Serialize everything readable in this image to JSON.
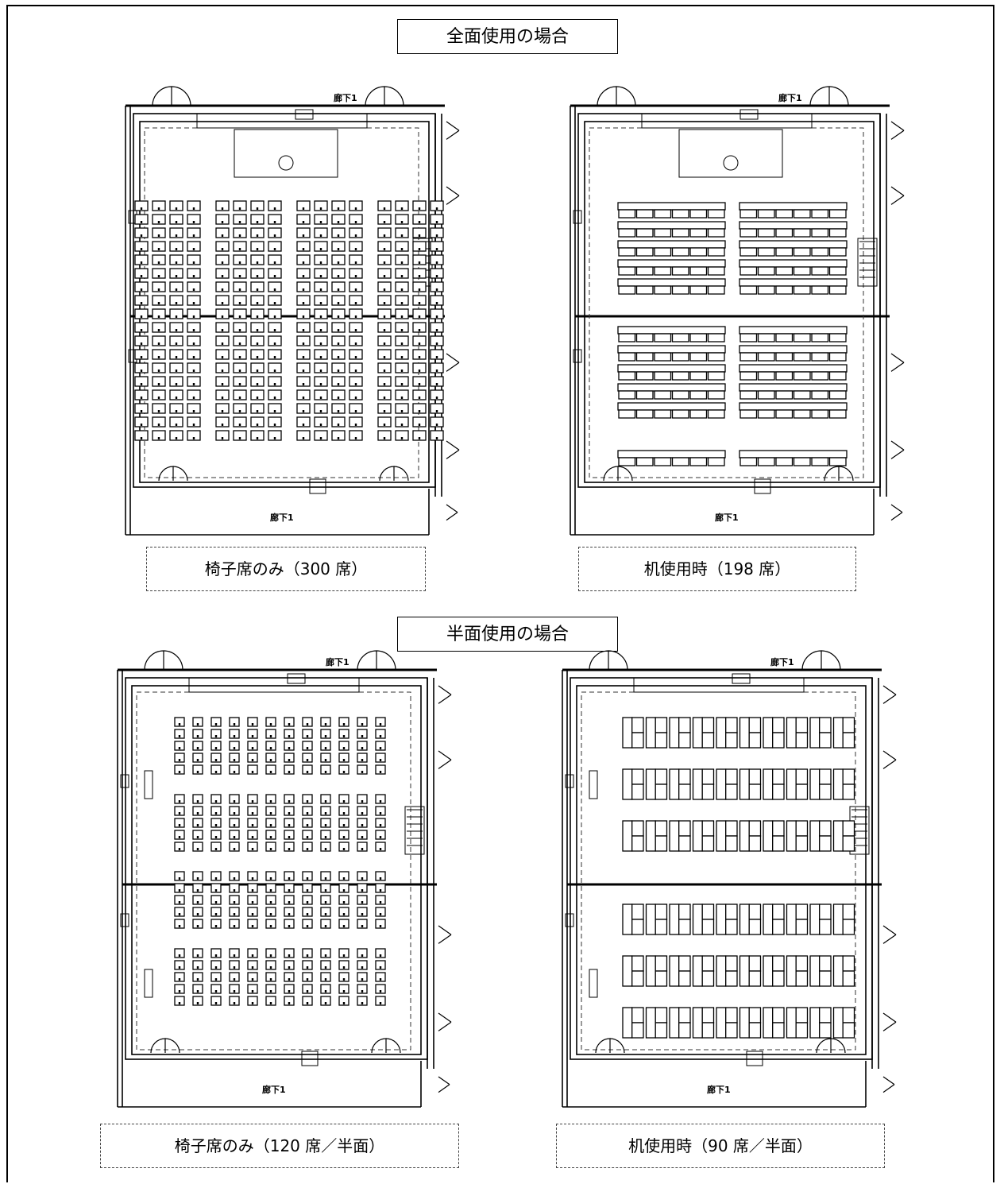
{
  "sections": [
    {
      "title": "全面使用の場合"
    },
    {
      "title": "半面使用の場合"
    }
  ],
  "plans": [
    {
      "caption": "椅子席のみ（300 席）",
      "corridor_top": "廊下1",
      "corridor_bottom": "廊下1"
    },
    {
      "caption": "机使用時（198 席）",
      "corridor_top": "廊下1",
      "corridor_bottom": "廊下1"
    },
    {
      "caption": "椅子席のみ（120 席／半面）",
      "corridor_top": "廊下1",
      "corridor_bottom": "廊下1"
    },
    {
      "caption": "机使用時（90 席／半面）",
      "corridor_top": "廊下1",
      "corridor_bottom": "廊下1"
    }
  ]
}
